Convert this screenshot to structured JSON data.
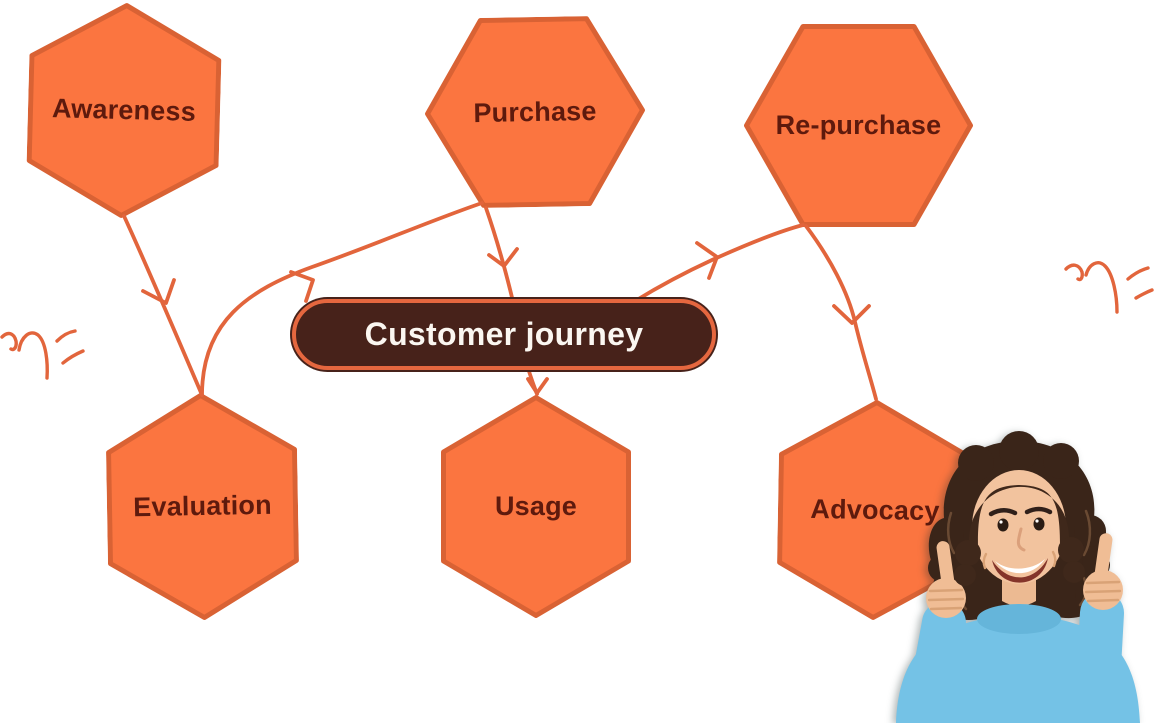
{
  "diagram": {
    "center_pill": {
      "label": "Customer journey"
    },
    "stages": [
      {
        "label": "Awareness",
        "position": "top-left",
        "shape": "hexagon-pointy-top"
      },
      {
        "label": "Purchase",
        "position": "top-center",
        "shape": "hexagon-flat-top"
      },
      {
        "label": "Re-purchase",
        "position": "top-right",
        "shape": "hexagon-flat-top"
      },
      {
        "label": "Evaluation",
        "position": "bottom-left",
        "shape": "hexagon-pointy-top"
      },
      {
        "label": "Usage",
        "position": "bottom-center",
        "shape": "hexagon-pointy-top"
      },
      {
        "label": "Advocacy",
        "position": "bottom-right",
        "shape": "hexagon-pointy-top"
      }
    ],
    "connections": [
      {
        "from": "Awareness",
        "to": "Evaluation"
      },
      {
        "from": "Evaluation",
        "to": "Purchase"
      },
      {
        "from": "Purchase",
        "to": "Usage"
      },
      {
        "from": "Customer journey",
        "to": "Re-purchase"
      },
      {
        "from": "Re-purchase",
        "to": "Advocacy"
      },
      {
        "from": "Customer journey",
        "to": "Usage"
      }
    ],
    "colors": {
      "hexagon_fill": "#FB7540",
      "hexagon_border": "#D96234",
      "arrow": "#E2653C",
      "stage_text": "#5E1A0D",
      "pill_fill": "#47221A",
      "pill_border": "#E5673F",
      "pill_text": "#FBF7F1",
      "background": "#FFFFFF",
      "sweater_blue": "#74C2E6",
      "hair_brown": "#3A2519"
    },
    "decorations": [
      "bounce-doodle-left",
      "bounce-doodle-right",
      "woman-thumbs-up-photo"
    ]
  }
}
